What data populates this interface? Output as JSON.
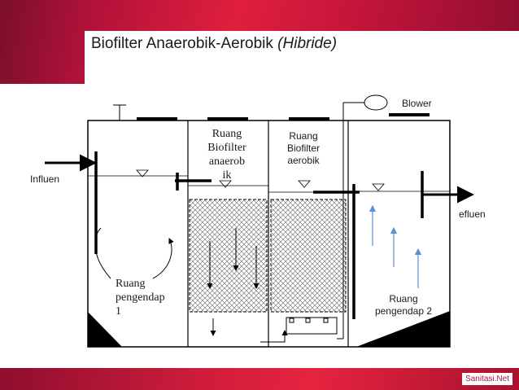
{
  "slide": {
    "title": "Biofilter Anaerobik-Aerobik",
    "title_italic": "(Hibride)",
    "source": "Sanitasi.Net"
  },
  "diagram": {
    "influent": "Influen",
    "effluent": "efluen",
    "blower": "Blower",
    "anaerobic_chamber": [
      "Ruang",
      "Biofilter",
      "anaerob",
      "ik"
    ],
    "aerobic_chamber": [
      "Ruang",
      "Biofilter",
      "aerobik"
    ],
    "settling_1": [
      "Ruang",
      "pengendap",
      "1"
    ],
    "settling_2": [
      "Ruang",
      "pengendap 2"
    ]
  },
  "colors": {
    "banner": "#c8163a",
    "upflow_arrow": "#5b8fd6",
    "line": "#000000"
  }
}
